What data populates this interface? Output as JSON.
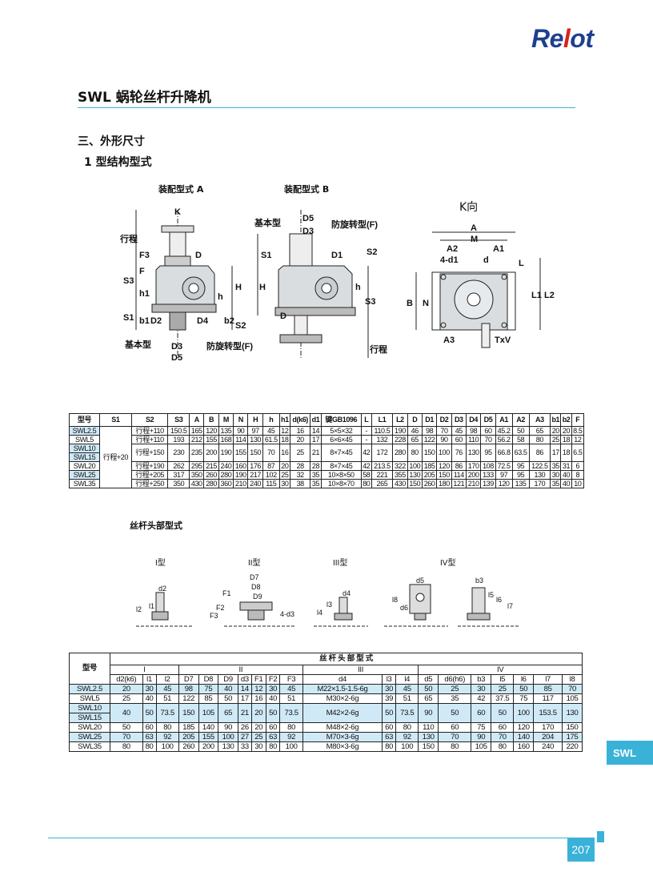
{
  "brand": {
    "logo_lead": "Re",
    "logo_accent": "l",
    "logo_tail": "ot"
  },
  "page": {
    "title": "SWL 蜗轮丝杆升降机",
    "section": "三、外形尺寸",
    "subsection": "1 型结构型式",
    "tab": "SWL",
    "number": "207"
  },
  "drawing": {
    "label_a": "装配型式 A",
    "label_b": "装配型式 B",
    "label_k": "K向",
    "callout_basic": "基本型",
    "callout_antirot": "防旋转型(F)",
    "dims": {
      "k": "K",
      "stroke": "行程",
      "f3": "F3",
      "f": "F",
      "s3": "S3",
      "h1": "h1",
      "s1": "S1",
      "b1": "b1",
      "d2": "D2",
      "d4": "D4",
      "d": "D",
      "h": "H",
      "h_small": "h",
      "b2": "b2",
      "s2": "S2",
      "d3": "D3",
      "d5": "D5",
      "d1": "D1",
      "a": "A",
      "m": "M",
      "a2": "A2",
      "a1": "A1",
      "four_d1": "4-d1",
      "d_small": "d",
      "l": "L",
      "l1": "L1",
      "l2": "L2",
      "b": "B",
      "n": "N",
      "a3": "A3",
      "txv": "TxV"
    }
  },
  "table1": {
    "headers": [
      "型号",
      "S1",
      "S2",
      "S3",
      "A",
      "B",
      "M",
      "N",
      "H",
      "h",
      "h1",
      "d(k6)",
      "d1",
      "键GB1096",
      "L",
      "L1",
      "L2",
      "D",
      "D1",
      "D2",
      "D3",
      "D4",
      "D5",
      "A1",
      "A2",
      "A3",
      "b1",
      "b2",
      "F"
    ],
    "s1_value": "行程+20",
    "rows": [
      {
        "model": "SWL2.5",
        "hl": true,
        "s2": "行程+110",
        "vals": [
          "150.5",
          "165",
          "120",
          "135",
          "90",
          "97",
          "45",
          "12",
          "16",
          "14",
          "5×5×32",
          "-",
          "110.5",
          "190",
          "46",
          "98",
          "70",
          "45",
          "98",
          "60",
          "45.2",
          "50",
          "65",
          "20",
          "20",
          "8.5"
        ]
      },
      {
        "model": "SWL5",
        "hl": false,
        "s2": "行程+110",
        "vals": [
          "193",
          "212",
          "155",
          "168",
          "114",
          "130",
          "61.5",
          "18",
          "20",
          "17",
          "6×6×45",
          "-",
          "132",
          "228",
          "65",
          "122",
          "90",
          "60",
          "110",
          "70",
          "56.2",
          "58",
          "80",
          "25",
          "18",
          "12"
        ]
      },
      {
        "models": [
          "SWL10",
          "SWL15"
        ],
        "hl": true,
        "s2": "行程+150",
        "vals": [
          "230",
          "235",
          "200",
          "190",
          "155",
          "150",
          "70",
          "16",
          "25",
          "21",
          "8×7×45",
          "42",
          "172",
          "280",
          "80",
          "150",
          "100",
          "76",
          "130",
          "95",
          "66.8",
          "63.5",
          "86",
          "17",
          "18",
          "6.5"
        ]
      },
      {
        "model": "SWL20",
        "hl": false,
        "s2": "行程+190",
        "vals": [
          "262",
          "295",
          "215",
          "240",
          "160",
          "176",
          "87",
          "20",
          "28",
          "28",
          "8×7×45",
          "42",
          "213.5",
          "322",
          "100",
          "185",
          "120",
          "86",
          "170",
          "108",
          "72.5",
          "95",
          "122.5",
          "35",
          "31",
          "6"
        ]
      },
      {
        "model": "SWL25",
        "hl": true,
        "s2": "行程+205",
        "vals": [
          "317",
          "350",
          "260",
          "280",
          "190",
          "217",
          "102",
          "25",
          "32",
          "35",
          "10×8×50",
          "58",
          "221",
          "355",
          "130",
          "205",
          "150",
          "114",
          "200",
          "133",
          "97",
          "95",
          "130",
          "30",
          "40",
          "8"
        ]
      },
      {
        "model": "SWL35",
        "hl": false,
        "s2": "行程+250",
        "vals": [
          "350",
          "430",
          "280",
          "360",
          "210",
          "240",
          "115",
          "30",
          "38",
          "35",
          "10×8×70",
          "80",
          "265",
          "430",
          "150",
          "260",
          "180",
          "121",
          "210",
          "139",
          "120",
          "135",
          "170",
          "35",
          "40",
          "10"
        ]
      }
    ]
  },
  "screw_section": {
    "title": "丝杆头部型式",
    "types": [
      "I型",
      "II型",
      "III型",
      "IV型"
    ],
    "dims": {
      "d2": "d2",
      "l1": "l1",
      "l2": "l2",
      "d7": "D7",
      "d8": "D8",
      "d9": "D9",
      "f1": "F1",
      "f2": "F2",
      "f3": "F3",
      "four_d3": "4-d3",
      "d4": "d4",
      "l3": "l3",
      "l4": "l4",
      "d5": "d5",
      "d6": "d6",
      "b3": "b3",
      "l5": "l5",
      "l6": "l6",
      "l7": "l7",
      "l8": "l8"
    }
  },
  "table2": {
    "model_header": "型号",
    "group_header": "丝 杆 头 部 型 式",
    "type_headers": [
      "I",
      "II",
      "III",
      "IV"
    ],
    "sub_headers": [
      "d2(k6)",
      "l1",
      "l2",
      "D7",
      "D8",
      "D9",
      "d3",
      "F1",
      "F2",
      "F3",
      "d4",
      "l3",
      "l4",
      "d5",
      "d6(h6)",
      "b3",
      "l5",
      "l6",
      "l7",
      "l8"
    ],
    "rows": [
      {
        "model": "SWL2.5",
        "hl": true,
        "vals": [
          "20",
          "30",
          "45",
          "98",
          "75",
          "40",
          "14",
          "12",
          "30",
          "45",
          "M22×1.5-1.5-6g",
          "30",
          "45",
          "50",
          "25",
          "30",
          "25",
          "50",
          "85",
          "70"
        ]
      },
      {
        "model": "SWL5",
        "hl": false,
        "vals": [
          "25",
          "40",
          "51",
          "122",
          "85",
          "50",
          "17",
          "16",
          "40",
          "51",
          "M30×2-6g",
          "39",
          "51",
          "65",
          "35",
          "42",
          "37.5",
          "75",
          "117",
          "105"
        ]
      },
      {
        "models": [
          "SWL10",
          "SWL15"
        ],
        "hl": true,
        "vals": [
          "40",
          "50",
          "73.5",
          "150",
          "105",
          "65",
          "21",
          "20",
          "50",
          "73.5",
          "M42×2-6g",
          "50",
          "73.5",
          "90",
          "50",
          "60",
          "50",
          "100",
          "153.5",
          "130"
        ]
      },
      {
        "model": "SWL20",
        "hl": false,
        "vals": [
          "50",
          "60",
          "80",
          "185",
          "140",
          "90",
          "26",
          "20",
          "60",
          "80",
          "M48×2-6g",
          "60",
          "80",
          "110",
          "60",
          "75",
          "60",
          "120",
          "170",
          "150"
        ]
      },
      {
        "model": "SWL25",
        "hl": true,
        "vals": [
          "70",
          "63",
          "92",
          "205",
          "155",
          "100",
          "27",
          "25",
          "63",
          "92",
          "M70×3-6g",
          "63",
          "92",
          "130",
          "70",
          "90",
          "70",
          "140",
          "204",
          "175"
        ]
      },
      {
        "model": "SWL35",
        "hl": false,
        "vals": [
          "80",
          "80",
          "100",
          "260",
          "200",
          "130",
          "33",
          "30",
          "80",
          "100",
          "M80×3-6g",
          "80",
          "100",
          "150",
          "80",
          "105",
          "80",
          "160",
          "240",
          "220"
        ]
      }
    ]
  }
}
